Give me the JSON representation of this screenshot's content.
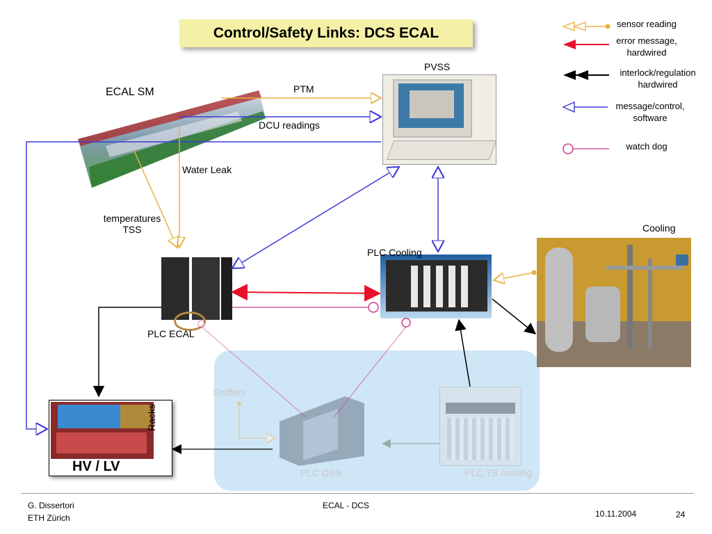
{
  "title": "Control/Safety Links:  DCS ECAL",
  "legend": {
    "sensor_reading": "sensor reading",
    "error_message_1": "error message,",
    "error_message_2": "hardwired",
    "interlock_1": "interlock/regulation",
    "interlock_2": "hardwired",
    "message_control_1": "message/control,",
    "message_control_2": "software",
    "watch_dog": "watch dog"
  },
  "nodes": {
    "ecal_sm": "ECAL SM",
    "pvss": "PVSS",
    "cooling": "Cooling",
    "plc_cooling": "PLC Cooling",
    "plc_ecal": "PLC ECAL",
    "hv_lv": "HV / LV",
    "racks": "Racks",
    "sniffers": "Sniffers",
    "plc_dss": "PLC DSS",
    "plc_ts_cooling": "PLC TS cooling"
  },
  "links": {
    "ptm": "PTM",
    "dcu_readings": "DCU readings",
    "water_leak": "Water Leak",
    "temperatures": "temperatures",
    "tss": "TSS"
  },
  "footer": {
    "author": "G. Dissertori",
    "institution": "ETH Zürich",
    "center": "ECAL - DCS",
    "date": "10.11.2004",
    "page": "24"
  },
  "colors": {
    "sensor": "#e8b040",
    "error": "#e8102a",
    "interlock": "#000000",
    "software": "#3b3bd6",
    "watchdog": "#d03c8c",
    "title_bg": "#f4f0a6",
    "faded_bg": "#cfe6f6"
  }
}
